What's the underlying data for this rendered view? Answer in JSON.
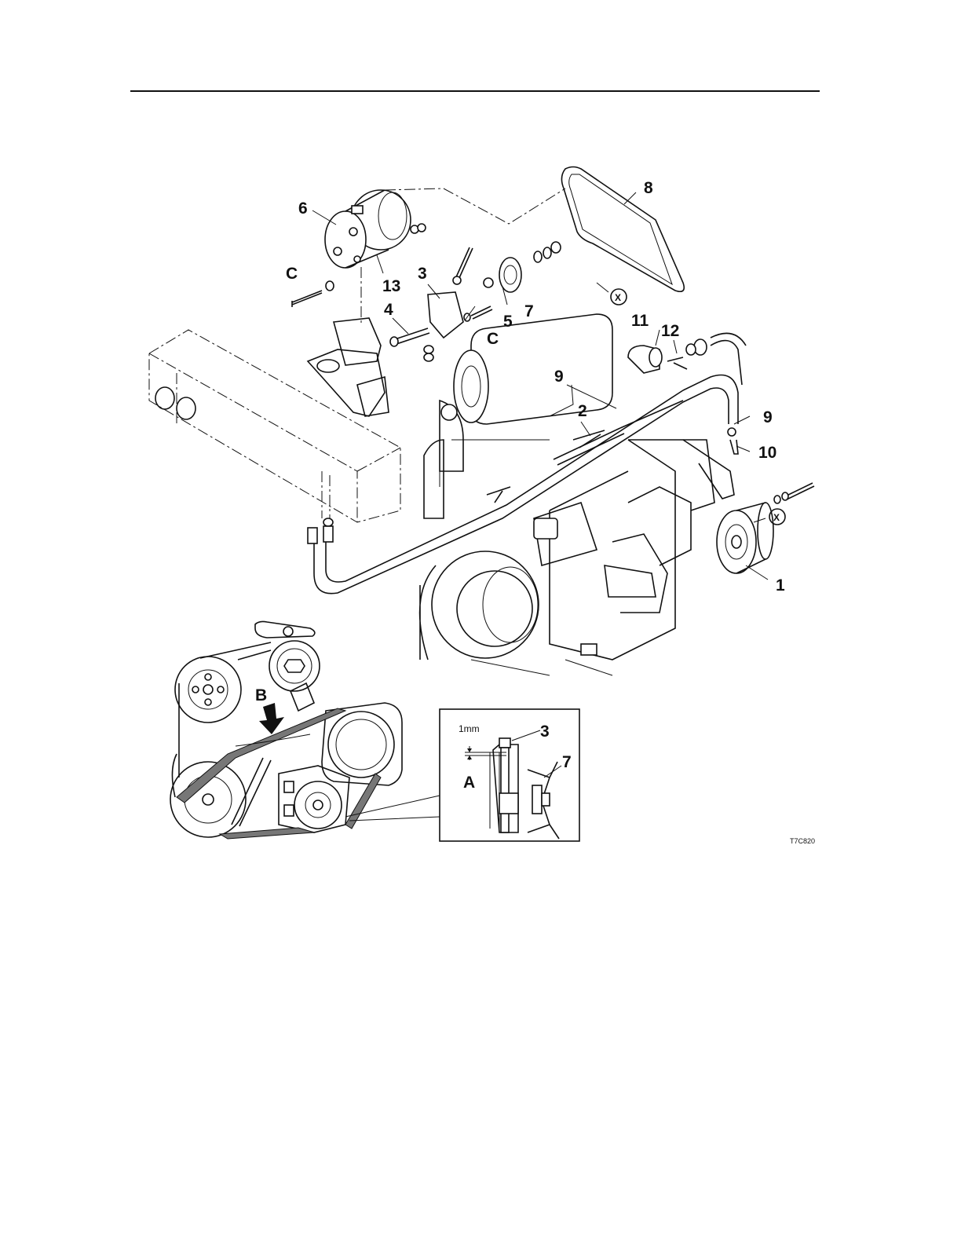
{
  "callouts": {
    "c1": "1",
    "c2": "2",
    "c3": "3",
    "c4": "4",
    "c5": "5",
    "c6": "6",
    "c7": "7",
    "c8": "8",
    "c9a": "9",
    "c9b": "9",
    "c10": "10",
    "c11": "11",
    "c12": "12",
    "c13": "13",
    "cCa": "C",
    "cCb": "C",
    "xa": "X",
    "xb": "X"
  },
  "belt_view": {
    "label_b": "B"
  },
  "detail": {
    "dimension": "1mm",
    "label_a": "A",
    "part_3": "3",
    "part_7": "7"
  },
  "figure_id": "T7C820"
}
